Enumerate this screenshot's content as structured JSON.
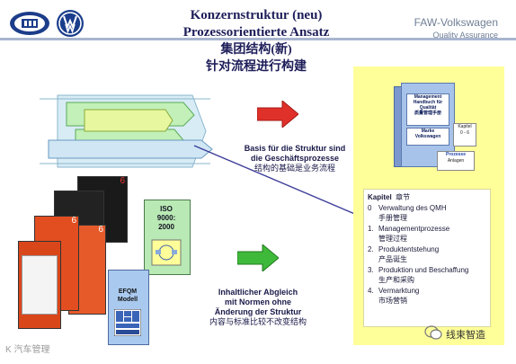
{
  "header": {
    "title_line1": "Konzernstruktur (neu)",
    "title_line2": "Prozessorientierte Ansatz",
    "brand_name": "FAW-Volkswagen",
    "brand_sub": "Quality Assurance"
  },
  "subtitle": {
    "line1": "集团结构(新)",
    "line2": "针对流程进行构建"
  },
  "captions": {
    "top_de1": "Basis für die Struktur sind",
    "top_de2": "die Geschäftsprozesse",
    "top_cn": "结构的基础是业务流程",
    "bottom_de1": "Inhaltlicher Abgleich",
    "bottom_de2": "mit Normen ohne",
    "bottom_de3": "Änderung der Struktur",
    "bottom_cn": "内容与标准比较不改变结构"
  },
  "binder": {
    "label_de1": "Management",
    "label_de2": "Handbuch für Qualität",
    "label_cn": "质量管理手册",
    "marke1": "Marke",
    "marke2": "Volkswagen",
    "kapitel1": "Kapitel",
    "kapitel2": "0 - 6",
    "prozesse1": "Prozesse",
    "prozesse2": "Anlagen"
  },
  "chapters": {
    "header_de": "Kapitel",
    "header_cn": "章节",
    "items": [
      {
        "num": "0",
        "de": "Verwaltung des QMH",
        "cn": "手册管理"
      },
      {
        "num": "1.",
        "de": "Managementprozesse",
        "cn": "管理过程"
      },
      {
        "num": "2.",
        "de": "Produktentstehung",
        "cn": "产品诞生"
      },
      {
        "num": "3.",
        "de": "Produktion und Beschaffung",
        "cn": "生产和采购"
      },
      {
        "num": "4.",
        "de": "Vermarktung",
        "cn": "市场营销"
      }
    ]
  },
  "standards": {
    "iso1": "ISO",
    "iso2": "9000:",
    "iso3": "2000",
    "efqm1": "EFQM",
    "efqm2": "Modell",
    "book_num_a": "6",
    "book_num_b": "6",
    "book_num_c": "6"
  },
  "watermark": {
    "left": "K 汽车管理",
    "right": "线束智造"
  },
  "colors": {
    "arrow_red": "#e0302a",
    "arrow_green": "#3fb93a",
    "connector": "#3d3d9a",
    "panel_yellow": "#ffff9a"
  }
}
